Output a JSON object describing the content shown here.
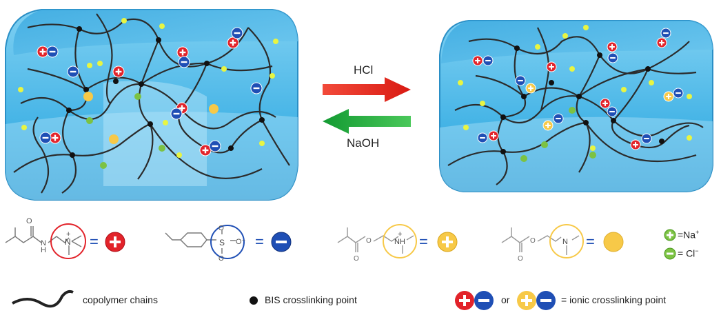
{
  "reaction": {
    "forward_label": "HCl",
    "backward_label": "NaOH",
    "forward_color": "#e8201c",
    "backward_color": "#1fa83a"
  },
  "ions": {
    "na_label": "=Na",
    "na_sup": "+",
    "cl_label": "= Cl",
    "cl_sup": "−"
  },
  "legend": {
    "chains_label": "copolymer chains",
    "bis_label": "BIS crosslinking point",
    "or_label": "or",
    "ionic_label": "= ionic crosslinking point"
  },
  "structures": {
    "s1_equals": "=",
    "s2_equals": "=",
    "s3_equals": "=",
    "s4_equals": "="
  },
  "colors": {
    "gel": "#49b8e8",
    "gel_dark": "#2a8fc6",
    "cation": "#e2232a",
    "anion": "#1f4fb5",
    "neutral_amine": "#f7c948",
    "na": "#7cc243",
    "cl_fill": "#e8f542"
  }
}
